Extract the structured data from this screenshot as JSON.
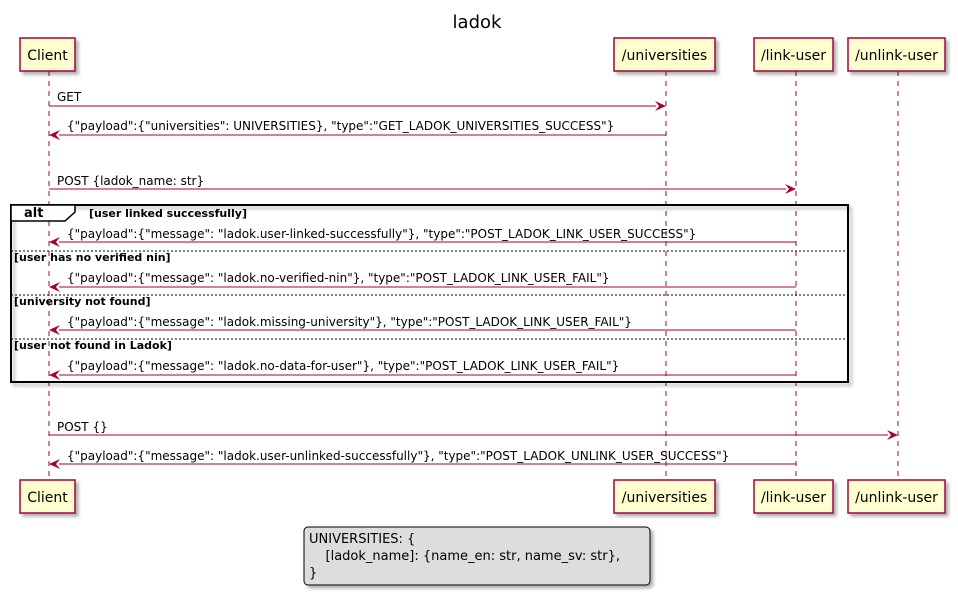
{
  "title": "ladok",
  "participants": [
    {
      "id": "client",
      "label": "Client"
    },
    {
      "id": "universities",
      "label": "/universities"
    },
    {
      "id": "link",
      "label": "/link-user"
    },
    {
      "id": "unlink",
      "label": "/unlink-user"
    }
  ],
  "messages": [
    {
      "from": "client",
      "to": "universities",
      "label": "GET"
    },
    {
      "from": "universities",
      "to": "client",
      "label": "{\"payload\":{\"universities\": UNIVERSITIES}, \"type\":\"GET_LADOK_UNIVERSITIES_SUCCESS\"}"
    },
    {
      "from": "client",
      "to": "link",
      "label": "POST {ladok_name: str}"
    },
    {
      "from": "link",
      "to": "client",
      "label": "{\"payload\":{\"message\": \"ladok.user-linked-successfully\"}, \"type\":\"POST_LADOK_LINK_USER_SUCCESS\"}"
    },
    {
      "from": "link",
      "to": "client",
      "label": "{\"payload\":{\"message\": \"ladok.no-verified-nin\"}, \"type\":\"POST_LADOK_LINK_USER_FAIL\"}"
    },
    {
      "from": "link",
      "to": "client",
      "label": "{\"payload\":{\"message\": \"ladok.missing-university\"}, \"type\":\"POST_LADOK_LINK_USER_FAIL\"}"
    },
    {
      "from": "link",
      "to": "client",
      "label": "{\"payload\":{\"message\": \"ladok.no-data-for-user\"}, \"type\":\"POST_LADOK_LINK_USER_FAIL\"}"
    },
    {
      "from": "client",
      "to": "unlink",
      "label": "POST {}"
    },
    {
      "from": "link",
      "to": "client",
      "label": "{\"payload\":{\"message\": \"ladok.user-unlinked-successfully\"}, \"type\":\"POST_LADOK_UNLINK_USER_SUCCESS\"}"
    }
  ],
  "alt_fragment": {
    "keyword": "alt",
    "guards": [
      "[user linked successfully]",
      "[user has no verified nin]",
      "[university not found]",
      "[user not found in Ladok]"
    ]
  },
  "note": {
    "lines": [
      "UNIVERSITIES: {",
      "    [ladok_name]: {name_en: str, name_sv: str},",
      "}"
    ]
  },
  "colors": {
    "participant_fill": "#FEFECE",
    "participant_border": "#A80036",
    "arrow": "#A80036",
    "lifeline": "#A80036",
    "note_fill": "#DDDDDD",
    "fragment_border": "#000000"
  }
}
